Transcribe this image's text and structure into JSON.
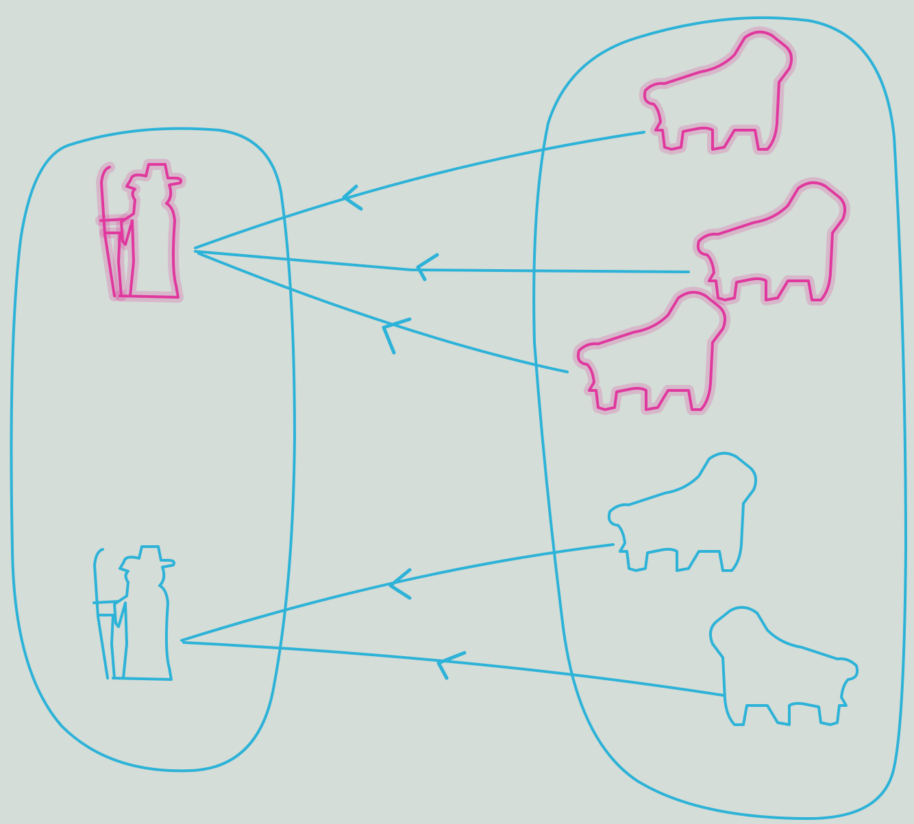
{
  "colors": {
    "paper": "#d4ddd7",
    "marker_blue": "#2db2d8",
    "marker_pink": "#e0389e"
  },
  "diagram": {
    "left_set": {
      "shape": "rounded-oval outline",
      "color": "marker_blue",
      "elements": [
        {
          "id": "shepherd-1",
          "icon": "shepherd-with-staff-icon",
          "color": "marker_pink"
        },
        {
          "id": "shepherd-2",
          "icon": "shepherd-with-staff-icon",
          "color": "marker_blue"
        }
      ]
    },
    "right_set": {
      "shape": "rounded-oval outline",
      "color": "marker_blue",
      "elements": [
        {
          "id": "sheep-1",
          "icon": "sheep-icon",
          "color": "marker_pink"
        },
        {
          "id": "sheep-2",
          "icon": "sheep-icon",
          "color": "marker_pink"
        },
        {
          "id": "sheep-3",
          "icon": "sheep-icon",
          "color": "marker_pink"
        },
        {
          "id": "sheep-4",
          "icon": "sheep-icon",
          "color": "marker_blue"
        },
        {
          "id": "sheep-5",
          "icon": "sheep-icon",
          "color": "marker_blue"
        }
      ]
    },
    "arrows": [
      {
        "from": "sheep-1",
        "to": "shepherd-1"
      },
      {
        "from": "sheep-2",
        "to": "shepherd-1"
      },
      {
        "from": "sheep-3",
        "to": "shepherd-1"
      },
      {
        "from": "sheep-4",
        "to": "shepherd-2"
      },
      {
        "from": "sheep-5",
        "to": "shepherd-2"
      }
    ]
  }
}
